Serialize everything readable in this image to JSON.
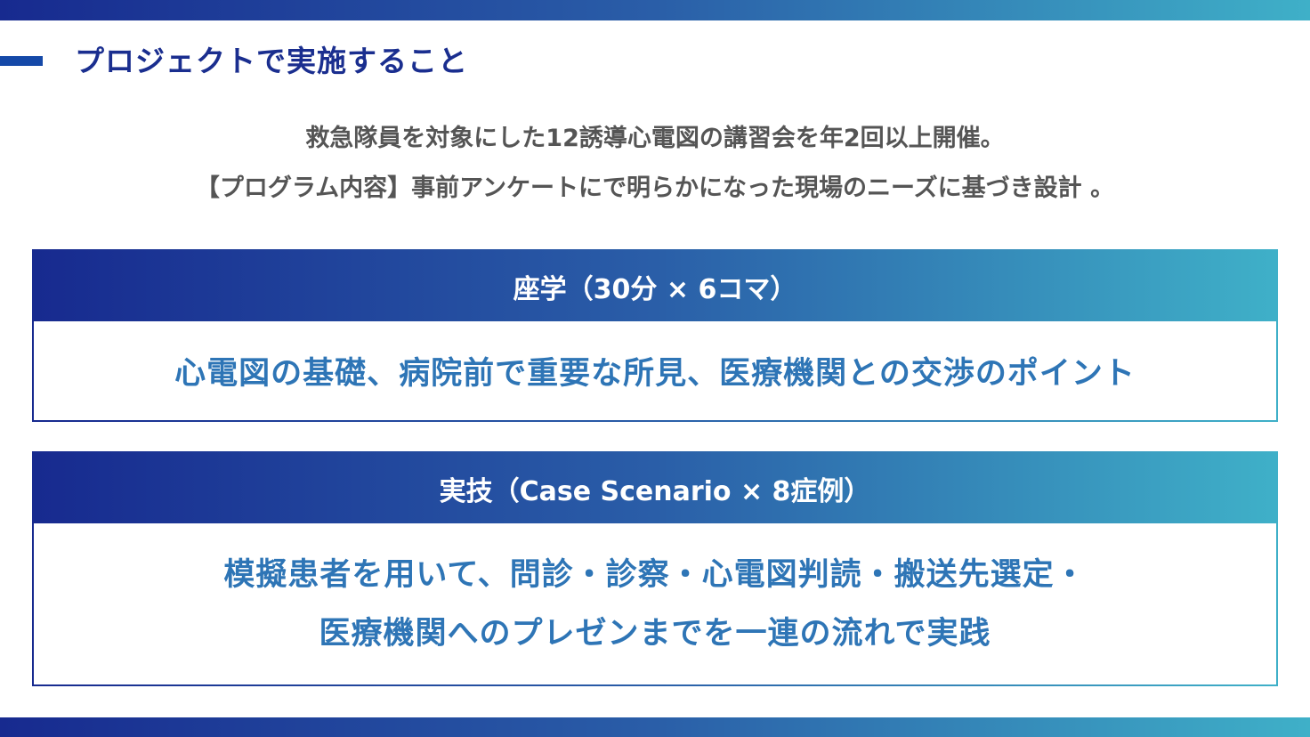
{
  "page": {
    "title": "プロジェクトで実施すること"
  },
  "intro": {
    "line1": "救急隊員を対象にした12誘導心電図の講習会を年2回以上開催。",
    "line2": "【プログラム内容】事前アンケートにで明らかになった現場のニーズに基づき設計 。"
  },
  "sections": [
    {
      "header": "座学（30分 × 6コマ）",
      "body_lines": [
        "心電図の基礎、病院前で重要な所見、医療機関との交渉のポイント"
      ]
    },
    {
      "header": "実技（Case Scenario × 8症例）",
      "body_lines": [
        "模擬患者を用いて、問診・診察・心電図判読・搬送先選定・",
        "医療機関へのプレゼンまでを一連の流れで実践"
      ]
    }
  ],
  "colors": {
    "gradient_start": "#172a8f",
    "gradient_mid": "#2a5ea8",
    "gradient_end": "#3fb0c8",
    "title_color": "#1a2e8f",
    "intro_text": "#555555",
    "body_text": "#2e75b6",
    "accent_bar": "#1549a8"
  }
}
